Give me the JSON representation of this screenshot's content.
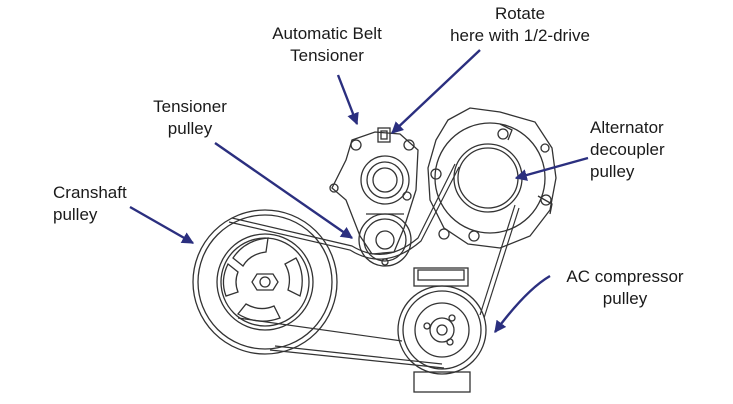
{
  "labels": {
    "automatic_belt_tensioner": {
      "line1": "Automatic Belt",
      "line2": "Tensioner"
    },
    "rotate_here": {
      "line1": "Rotate",
      "line2": "here with 1/2-drive"
    },
    "tensioner_pulley": {
      "line1": "Tensioner",
      "line2": "pulley"
    },
    "alternator_decoupler_pulley": {
      "line1": "Alternator",
      "line2": "decoupler",
      "line3": "pulley"
    },
    "crankshaft_pulley": {
      "line1": "Cranshaft",
      "line2": "pulley"
    },
    "ac_compressor_pulley": {
      "line1": "AC compressor",
      "line2": "pulley"
    }
  },
  "colors": {
    "arrow": "#2b2f7f",
    "line_art": "#333333",
    "text": "#1a1a1a"
  }
}
